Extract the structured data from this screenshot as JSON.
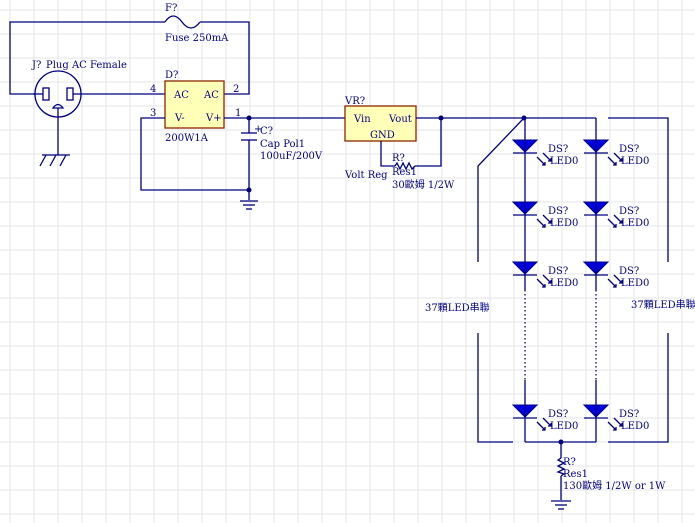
{
  "fuse": {
    "ref": "F?",
    "value": "Fuse 250mA"
  },
  "plug": {
    "ref": "J?",
    "value": "Plug AC Female"
  },
  "bridge": {
    "ref": "D?",
    "value": "200W1A",
    "pins": {
      "ac1": "AC",
      "ac2": "AC",
      "vminus": "V-",
      "vplus": "V+"
    },
    "pin_numbers": [
      "4",
      "2",
      "3",
      "1"
    ]
  },
  "capacitor": {
    "ref": "C?",
    "type": "Cap Pol1",
    "value": "100uF/200V",
    "polarity": "+"
  },
  "regulator": {
    "ref": "VR?",
    "value": "Volt Reg",
    "pins": {
      "vin": "Vin",
      "vout": "Vout",
      "gnd": "GND"
    }
  },
  "resistor1": {
    "ref": "R?",
    "type": "Res1",
    "value": "30歐姆 1/2W"
  },
  "resistor2": {
    "ref": "R?",
    "type": "Res1",
    "value": "130歐姆 1/2W or 1W"
  },
  "led": {
    "ref": "DS?",
    "value": "LED0"
  },
  "series_notes": {
    "left": "37顆LED串聯",
    "right": "37顆LED串聯"
  },
  "colors": {
    "wire": "#000080",
    "component_fill": "#ffffb8",
    "component_border": "#8b2500",
    "led": "#0000e0",
    "grid": "#e4e4e4"
  }
}
